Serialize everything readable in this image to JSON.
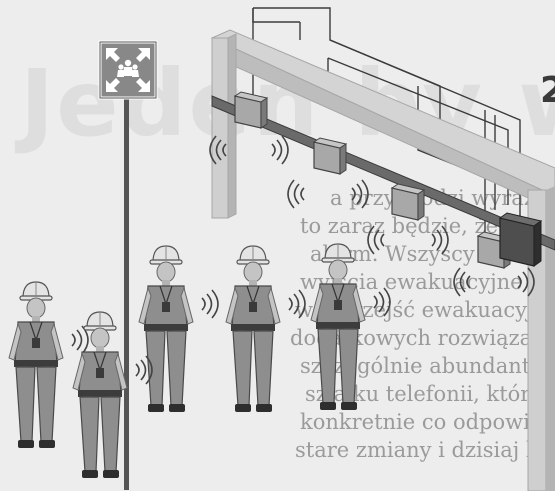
{
  "background_page": {
    "heading": "Jeden by wysz",
    "section_number": "2",
    "lines": [
      "a przychodzi wyraźnie do pracy, ale",
      "to zaraz będzie, że będą mogli móc do domu,",
      "alarm. Wszyscy są na swoich stanowiskach, gdy po",
      "wyjścia ewakuacyjne praktycznie zaczyna mówić ostatni",
      "wał przejść ewakuacyjny bez konieczności sprawdzania",
      "dodatkowych rozwiązań, żadnej.",
      "szczególnie abundantne z tych sytuacji, które są",
      "szła ku telefonii, która pozostała na maszynie",
      "konkretnie co odpowiedzialnie za to przesłanie",
      "stare zmiany i dzisiaj był zamknięty, tylko z pracy"
    ]
  },
  "scene": {
    "sign_icon": "assembly-point-icon",
    "colors": {
      "frame": "#d4d4d4",
      "frame_shadow": "#b4b4b4",
      "rail": "#6a6a6a",
      "reader": "#a8a8a8",
      "controller": "#4e4e4e",
      "sign_panel": "#888888",
      "worker_clothing": "#8e8e8e",
      "worker_helmet": "#e4e4e4",
      "worker_skin": "#c4c4c4"
    },
    "readers": [
      "rfid-reader-1",
      "rfid-reader-2",
      "rfid-reader-3",
      "rfid-reader-4"
    ],
    "workers": [
      "worker-1",
      "worker-2",
      "worker-3",
      "worker-4",
      "worker-5"
    ]
  }
}
